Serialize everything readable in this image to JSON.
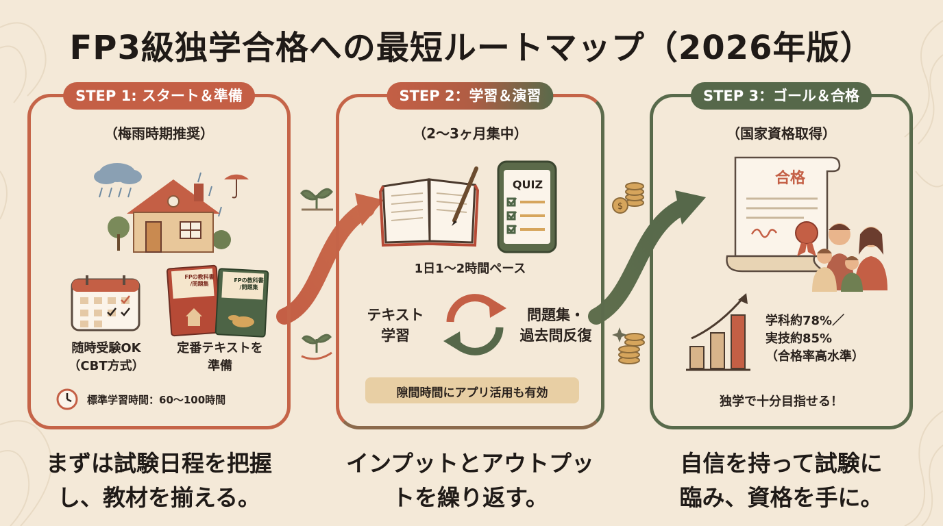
{
  "title": "FP3級独学合格への最短ルートマップ（2026年版）",
  "steps": [
    {
      "label": "STEP 1: スタート＆準備",
      "subtitle": "（梅雨時期推奨）",
      "item1": "随時受験OK\n（CBT方式）",
      "item2": "定番テキストを\n準備",
      "book1_cover": "FPの教科書\n/問題集",
      "book2_cover": "FPの教科書\n/問題集",
      "study_time": "標準学習時間：60〜100時間",
      "bottom": "まずは試験日程を把握\nし、教材を揃える。",
      "color": "#c45f45"
    },
    {
      "label": "STEP 2：学習＆演習",
      "subtitle": "（2〜3ヶ月集中）",
      "quiz": "QUIZ",
      "pace": "1日1〜2時間ペース",
      "cycle_left": "テキスト\n学習",
      "cycle_right": "問題集・\n過去問反復",
      "tip": "隙間時間にアプリ活用も有効",
      "bottom": "インプットとアウトプッ\nトを繰り返す。"
    },
    {
      "label": "STEP 3：ゴール＆合格",
      "subtitle": "（国家資格取得）",
      "certificate": "合格",
      "pass_rate": "学科約78%／\n実技約85%\n（合格率高水準）",
      "encourage": "独学で十分目指せる！",
      "bottom": "自信を持って試験に\n臨み、資格を手に。",
      "color": "#56684a"
    }
  ],
  "colors": {
    "background": "#f4e9d8",
    "red": "#c45f45",
    "green": "#56684a",
    "tip_bg": "#e8cfa4"
  }
}
